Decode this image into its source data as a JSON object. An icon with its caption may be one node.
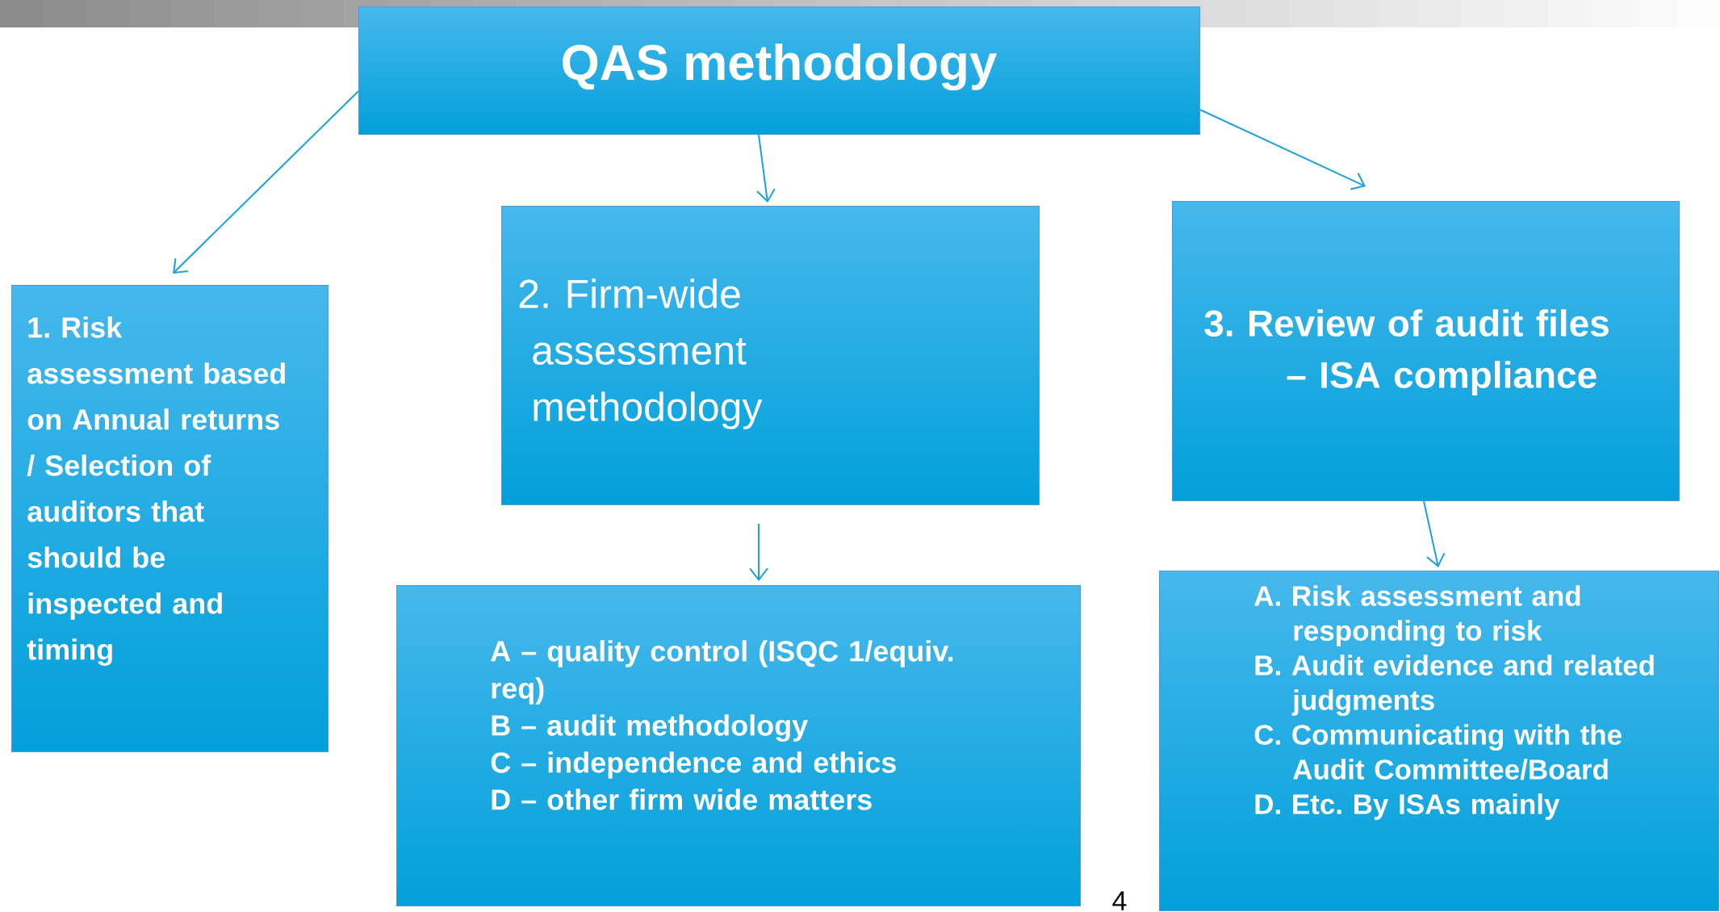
{
  "diagram": {
    "nodes": [
      {
        "text": [
          "QAS methodology"
        ]
      },
      {
        "text": [
          "1. Risk assessment based on Annual returns / Selection of auditors that should be inspected and timing"
        ]
      },
      {
        "text": [
          "2. Firm-wide assessment methodology"
        ]
      },
      {
        "text": [
          "3. Review of audit files – ISA compliance"
        ]
      },
      {
        "text": [
          "A – quality control (ISQC 1/equiv. req)",
          "B – audit methodology",
          "C – independence and ethics",
          "D – other firm wide matters"
        ]
      },
      {
        "text": [
          "A. Risk assessment and responding to risk",
          "B. Audit evidence and related judgments",
          "C. Communicating with the Audit Committee/Board",
          "D. Etc. By ISAs mainly"
        ]
      }
    ],
    "edges": [
      {
        "from": 0,
        "to": 1,
        "arrow": "to"
      },
      {
        "from": 0,
        "to": 2,
        "arrow": "to"
      },
      {
        "from": 0,
        "to": 3,
        "arrow": "to"
      },
      {
        "from": 2,
        "to": 4,
        "arrow": "to"
      },
      {
        "from": 3,
        "to": 5,
        "arrow": "to"
      }
    ],
    "labels": [
      "4"
    ]
  }
}
